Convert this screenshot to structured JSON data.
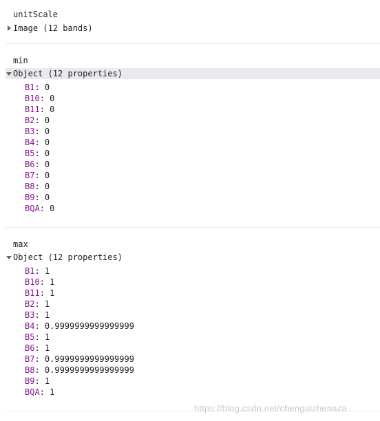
{
  "blocks": [
    {
      "title": "unitScale",
      "summary": "Image (12 bands)",
      "expanded": false
    },
    {
      "title": "min",
      "summary": "Object (12 properties)",
      "expanded": true,
      "properties": [
        {
          "key": "B1",
          "value": "0"
        },
        {
          "key": "B10",
          "value": "0"
        },
        {
          "key": "B11",
          "value": "0"
        },
        {
          "key": "B2",
          "value": "0"
        },
        {
          "key": "B3",
          "value": "0"
        },
        {
          "key": "B4",
          "value": "0"
        },
        {
          "key": "B5",
          "value": "0"
        },
        {
          "key": "B6",
          "value": "0"
        },
        {
          "key": "B7",
          "value": "0"
        },
        {
          "key": "B8",
          "value": "0"
        },
        {
          "key": "B9",
          "value": "0"
        },
        {
          "key": "BQA",
          "value": "0"
        }
      ]
    },
    {
      "title": "max",
      "summary": "Object (12 properties)",
      "expanded": true,
      "properties": [
        {
          "key": "B1",
          "value": "1"
        },
        {
          "key": "B10",
          "value": "1"
        },
        {
          "key": "B11",
          "value": "1"
        },
        {
          "key": "B2",
          "value": "1"
        },
        {
          "key": "B3",
          "value": "1"
        },
        {
          "key": "B4",
          "value": "0.9999999999999999"
        },
        {
          "key": "B5",
          "value": "1"
        },
        {
          "key": "B6",
          "value": "1"
        },
        {
          "key": "B7",
          "value": "0.9999999999999999"
        },
        {
          "key": "B8",
          "value": "0.9999999999999999"
        },
        {
          "key": "B9",
          "value": "1"
        },
        {
          "key": "BQA",
          "value": "1"
        }
      ]
    }
  ],
  "watermark": "https://blog.csdn.net/chenguizhenaza",
  "colors": {
    "key": "#881391",
    "selected_row": "#e8eaed",
    "divider": "#e8eaed"
  }
}
